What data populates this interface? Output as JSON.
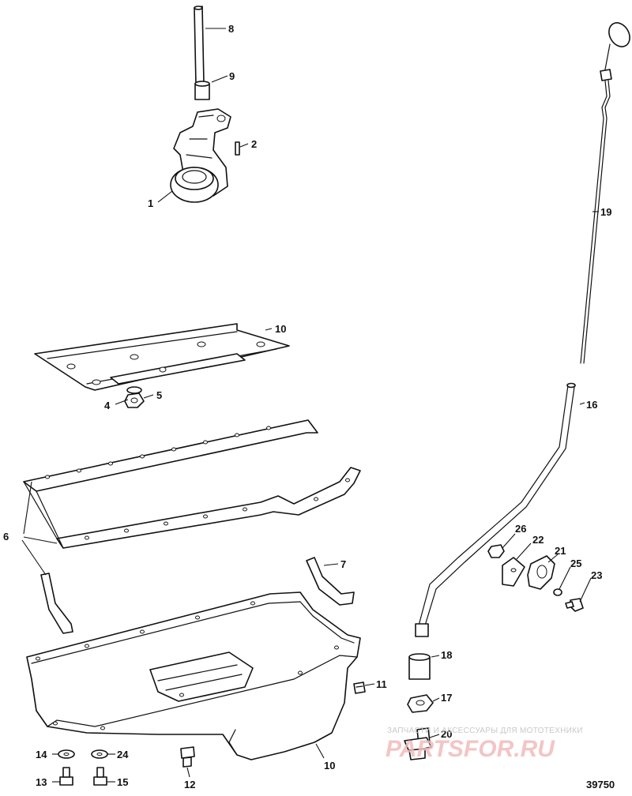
{
  "figure_number": "39750",
  "watermark": {
    "tagline": "ЗАПЧАСТИ И АКСЕССУАРЫ ДЛЯ МОТОТЕХНИКИ",
    "logo": "PARTSFOR.RU"
  },
  "callouts": [
    "1",
    "2",
    "4",
    "5",
    "6",
    "7",
    "8",
    "9",
    "10",
    "10",
    "11",
    "12",
    "13",
    "14",
    "15",
    "16",
    "17",
    "18",
    "19",
    "20",
    "21",
    "22",
    "23",
    "24",
    "25",
    "26"
  ]
}
